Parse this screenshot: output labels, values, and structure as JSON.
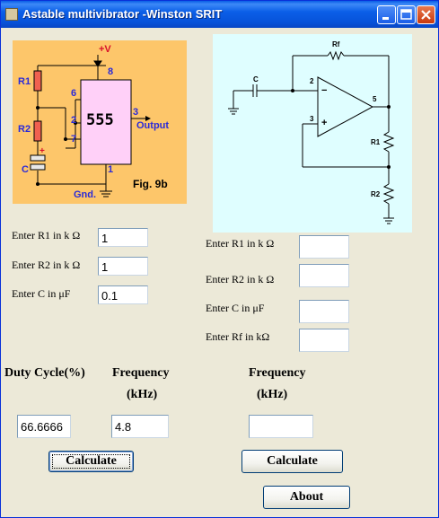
{
  "window": {
    "title": "Astable multivibrator -Winston SRIT",
    "icons": [
      "app-icon",
      "minimize-icon",
      "maximize-icon",
      "close-icon"
    ]
  },
  "diagram_left": {
    "vcc_label": "+V",
    "r1_label": "R1",
    "r2_label": "R2",
    "c_label": "C",
    "plus_label": "+",
    "chip_label": "555",
    "pin8": "8",
    "pin6": "6",
    "pin2": "2",
    "pin7": "7",
    "pin3": "3",
    "pin1": "1",
    "output_label": "Output",
    "gnd_label": "Gnd.",
    "fig_label": "Fig. 9b",
    "colors": {
      "background": "#fdc66a",
      "chip": "#ffd0f8",
      "labels": "#2a2ad8",
      "vcc": "#d8102a"
    }
  },
  "diagram_right": {
    "rf_label": "Rf",
    "c_label": "C",
    "r1_label": "R1",
    "r2_label": "R2",
    "pin2": "2",
    "pin3": "3",
    "pin5": "5",
    "minus": "−",
    "plus": "+",
    "colors": {
      "background": "#dffeff"
    }
  },
  "left_form": {
    "r1_label": "Enter R1 in k  Ω",
    "r1_value": "1",
    "r2_label": "Enter R2 in k  Ω",
    "r2_value": "1",
    "c_label": "Enter C in  μF",
    "c_value": "0.1",
    "duty_header": "Duty Cycle(%)",
    "freq_header": "Frequency",
    "freq_unit": "(kHz)",
    "duty_value": "66.6666",
    "freq_value": "4.8",
    "calculate_label": "Calculate"
  },
  "right_form": {
    "r1_label": "Enter R1 in k  Ω",
    "r1_value": "",
    "r2_label": "Enter R2 in k  Ω",
    "r2_value": "",
    "c_label": "Enter C in  μF",
    "c_value": "",
    "rf_label": "Enter Rf in kΩ",
    "rf_value": "",
    "freq_header": "Frequency",
    "freq_unit": "(kHz)",
    "freq_value": "",
    "calculate_label": "Calculate"
  },
  "about_label": "About"
}
